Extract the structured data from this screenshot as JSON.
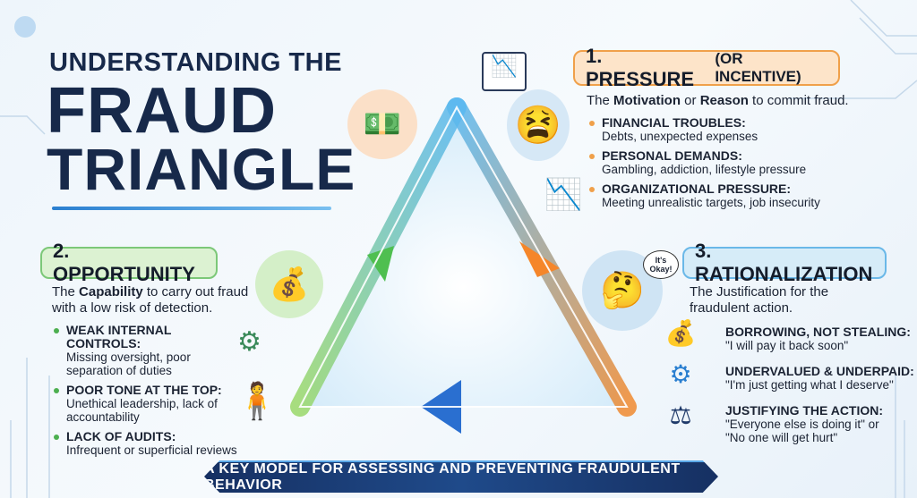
{
  "title": {
    "line1": "UNDERSTANDING THE",
    "line2": "FRAUD",
    "line3": "TRIANGLE"
  },
  "pressure": {
    "heading": "1. PRESSURE",
    "heading_sub": "(OR INCENTIVE)",
    "desc_pre": "The ",
    "desc_b1": "Motivation",
    "desc_mid": " or ",
    "desc_b2": "Reason",
    "desc_post": " to commit fraud.",
    "items": [
      {
        "title": "FINANCIAL TROUBLES:",
        "text": "Debts, unexpected expenses"
      },
      {
        "title": "PERSONAL DEMANDS:",
        "text": "Gambling, addiction, lifestyle pressure"
      },
      {
        "title": "ORGANIZATIONAL PRESSURE:",
        "text": "Meeting unrealistic targets, job insecurity"
      }
    ],
    "color": "#f0a04a"
  },
  "opportunity": {
    "heading": "2. OPPORTUNITY",
    "desc_pre": "The ",
    "desc_b1": "Capability",
    "desc_post": " to carry out fraud with a low risk of detection.",
    "items": [
      {
        "title": "WEAK INTERNAL CONTROLS:",
        "text": "Missing oversight, poor separation of duties"
      },
      {
        "title": "POOR TONE AT THE TOP:",
        "text": "Unethical leadership, lack of accountability"
      },
      {
        "title": "LACK OF AUDITS:",
        "text": "Infrequent or superficial reviews"
      }
    ],
    "color": "#4caf50"
  },
  "rationalization": {
    "heading": "3. RATIONALIZATION",
    "desc": "The Justification for the fraudulent action.",
    "speech_bubble": "It's Okay!",
    "items": [
      {
        "title": "BORROWING, NOT STEALING:",
        "text": "\"I will pay it back soon\"",
        "icon": "money-bag-hand-icon"
      },
      {
        "title": "UNDERVALUED & UNDERPAID:",
        "text": "\"I'm just getting what I deserve\"",
        "icon": "head-gears-icon"
      },
      {
        "title": "JUSTIFYING THE ACTION:",
        "text": "\"Everyone else is doing it\" or \"No one will get hurt\"",
        "icon": "scales-icon"
      }
    ],
    "color": "#3a9ad9"
  },
  "banner": "A KEY MODEL FOR ASSESSING AND PREVENTING FRAUDULENT BEHAVIOR"
}
